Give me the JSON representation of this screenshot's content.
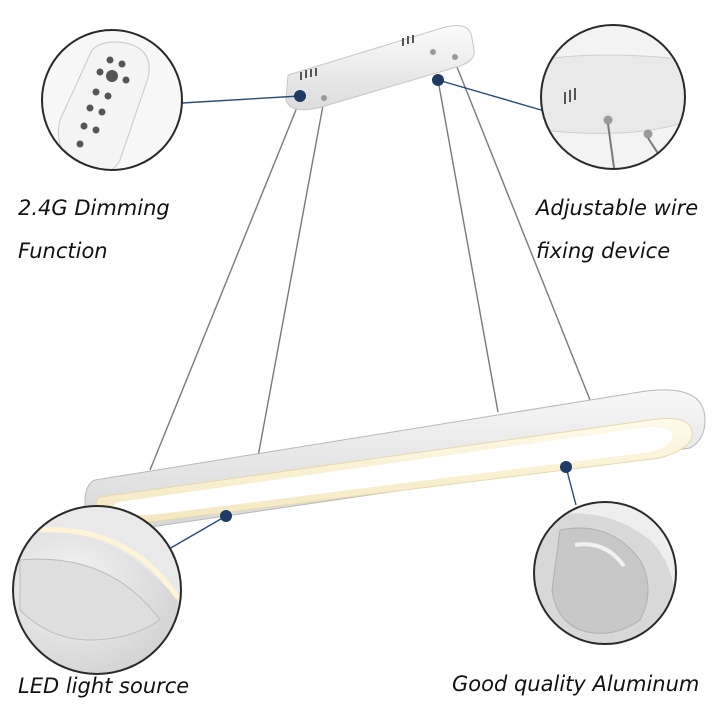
{
  "labels": {
    "dimming_line1": "2.4G Dimming",
    "dimming_line2": "Function",
    "wire_line1": "Adjustable wire",
    "wire_line2": "fixing device",
    "led": "LED light source",
    "aluminum": "Good quality Aluminum"
  },
  "colors": {
    "background": "#ffffff",
    "callout_dot": "#1f3b63",
    "callout_line": "#2a4a78",
    "circle_border": "#2a2a2a",
    "fixture_white": "#f2f2f2",
    "fixture_shadow": "#c9c9c9",
    "led_glow": "#fff4d6",
    "wire": "#7a7a7a"
  }
}
